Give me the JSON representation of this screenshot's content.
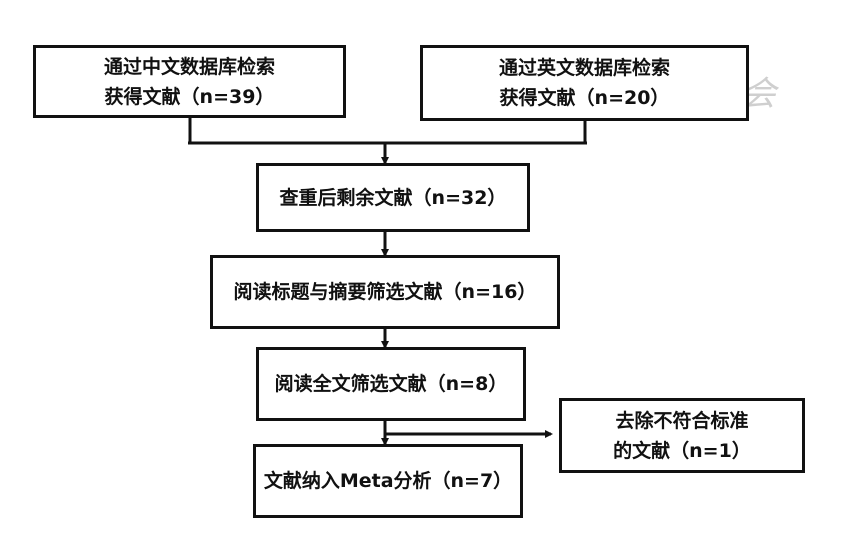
{
  "flowchart": {
    "box_cn_search": {
      "line1": "通过中文数据库检索",
      "line2": "获得文献（n=39）"
    },
    "box_en_search": {
      "line1": "通过英文数据库检索",
      "line2": "获得文献（n=20）"
    },
    "box_dedup": {
      "label": "查重后剩余文献（n=32）"
    },
    "box_title_abstract": {
      "label": "阅读标题与摘要筛选文献（n=16）"
    },
    "box_fulltext": {
      "label": "阅读全文筛选文献（n=8）"
    },
    "box_excluded": {
      "line1": "去除不符合标准",
      "line2": "的文献（n=1）"
    },
    "box_included": {
      "label": "文献纳入Meta分析（n=7）"
    }
  },
  "watermark": {
    "text": "中华医学会"
  },
  "colors": {
    "stroke": "#111111",
    "background": "#ffffff",
    "watermark": "#cfcfcf"
  }
}
